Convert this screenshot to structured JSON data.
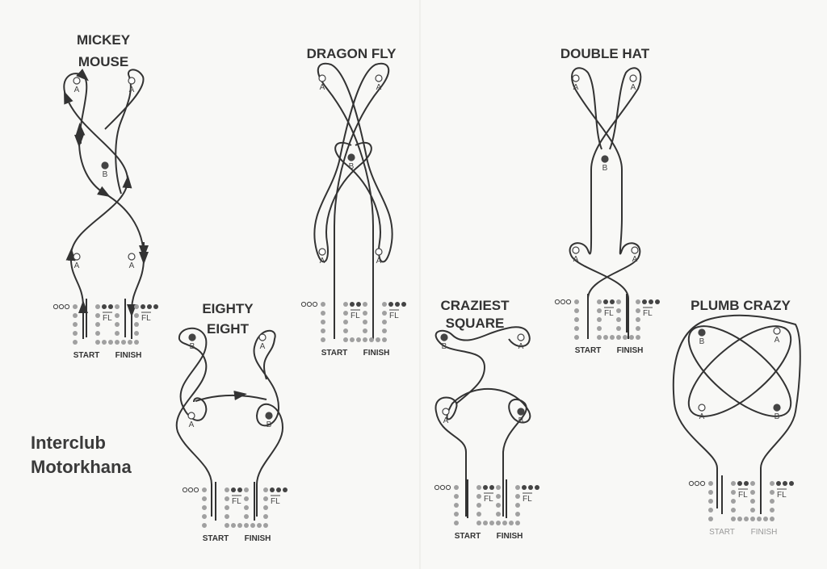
{
  "heading": {
    "line1": "Interclub",
    "line2": "Motorkhana"
  },
  "labels": {
    "start": "START",
    "finish": "FINISH",
    "fault_line": "FL"
  },
  "colors": {
    "ink": "#333333",
    "dot_gray": "#a0a0a0",
    "dot_dark": "#444444"
  },
  "diagrams": [
    {
      "id": "mickey-mouse",
      "title_lines": [
        "MICKEY",
        "MOUSE"
      ],
      "cones": [
        "A",
        "A",
        "B",
        "A",
        "A"
      ]
    },
    {
      "id": "eighty-eight",
      "title_lines": [
        "EIGHTY",
        "EIGHT"
      ],
      "cones": [
        "B",
        "A",
        "A",
        "B"
      ]
    },
    {
      "id": "dragon-fly",
      "title_lines": [
        "DRAGON FLY"
      ],
      "cones": [
        "A",
        "A",
        "B",
        "A",
        "A"
      ]
    },
    {
      "id": "craziest-square",
      "title_lines": [
        "CRAZIEST",
        "SQUARE"
      ],
      "cones": [
        "B",
        "A",
        "A",
        "B"
      ]
    },
    {
      "id": "double-hat",
      "title_lines": [
        "DOUBLE HAT"
      ],
      "cones": [
        "A",
        "A",
        "B",
        "A",
        "A"
      ]
    },
    {
      "id": "plumb-crazy",
      "title_lines": [
        "PLUMB CRAZY"
      ],
      "cones": [
        "B",
        "A",
        "A",
        "B"
      ]
    }
  ]
}
